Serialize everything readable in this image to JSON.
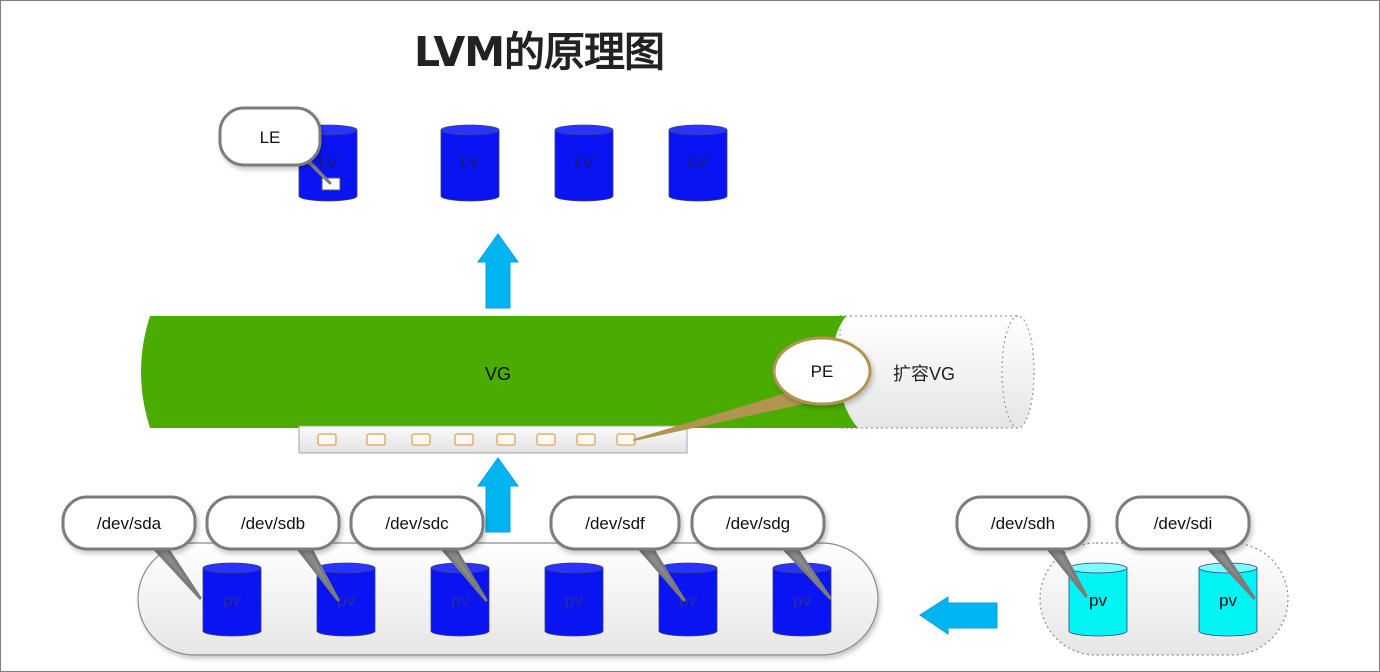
{
  "title": "LVM的原理图",
  "colors": {
    "cylinder": "#0a14f2",
    "cylinder_top": "#2a34ff",
    "pv_new": "#00f4f4",
    "pv_new_top": "#7afcfc",
    "vg_fill": "#4aab00",
    "arrow": "#00b4f2",
    "callout_border": "#7b7b7b",
    "pe_border": "#b09450",
    "pe_block": "#dca15c",
    "pv_label": "#2a2aa0"
  },
  "lv_row": {
    "label": "LV",
    "items": [
      "LV",
      "LV",
      "LV",
      "LV"
    ],
    "le_callout": "LE"
  },
  "vg": {
    "label": "VG",
    "expand_label": "扩容VG",
    "pe_callout": "PE",
    "pe_count": 8
  },
  "pv_group": {
    "label": "pv",
    "devices": [
      "/dev/sda",
      "/dev/sdb",
      "/dev/sdc",
      "/dev/sdf",
      "/dev/sdg"
    ],
    "pv_count": 6
  },
  "new_pv_group": {
    "label": "pv",
    "devices": [
      "/dev/sdh",
      "/dev/sdi"
    ]
  }
}
